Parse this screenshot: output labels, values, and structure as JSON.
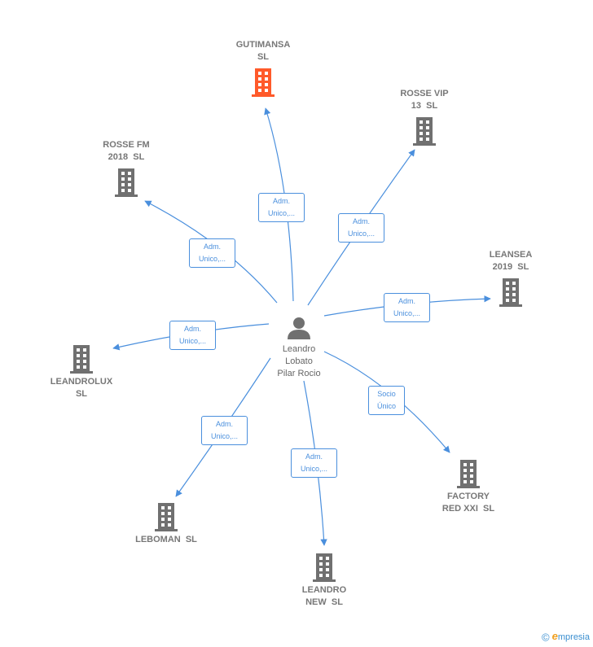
{
  "center": {
    "label": "Leandro\nLobato\nPilar Rocio"
  },
  "nodes": [
    {
      "id": "gutimansa",
      "label": "GUTIMANSA\nSL",
      "color": "#ff5a2a"
    },
    {
      "id": "rosse-vip",
      "label": "ROSSE VIP\n13  SL",
      "color": "#707070"
    },
    {
      "id": "rosse-fm",
      "label": "ROSSE FM\n2018  SL",
      "color": "#707070"
    },
    {
      "id": "leansea",
      "label": "LEANSEA\n2019  SL",
      "color": "#707070"
    },
    {
      "id": "leandrolux",
      "label": "LEANDROLUX\nSL",
      "color": "#707070"
    },
    {
      "id": "factory",
      "label": "FACTORY\nRED XXI  SL",
      "color": "#707070"
    },
    {
      "id": "leboman",
      "label": "LEBOMAN  SL",
      "color": "#707070"
    },
    {
      "id": "leandro-new",
      "label": "LEANDRO\nNEW  SL",
      "color": "#707070"
    }
  ],
  "edges": [
    {
      "id": "e-gutimansa",
      "label": "Adm.\nUnico,..."
    },
    {
      "id": "e-rossevip",
      "label": "Adm.\nUnico,..."
    },
    {
      "id": "e-rossefm",
      "label": "Adm.\nUnico,..."
    },
    {
      "id": "e-leansea",
      "label": "Adm.\nUnico,..."
    },
    {
      "id": "e-leandrolux",
      "label": "Adm.\nUnico,..."
    },
    {
      "id": "e-factory",
      "label": "Socio\nÚnico"
    },
    {
      "id": "e-leboman",
      "label": "Adm.\nUnico,..."
    },
    {
      "id": "e-leandronew",
      "label": "Adm.\nUnico,..."
    }
  ],
  "colors": {
    "edge": "#4a8fdd",
    "person": "#707070"
  },
  "footer": {
    "copyright": "©",
    "brand_initial": "e",
    "brand_rest": "mpresia"
  }
}
